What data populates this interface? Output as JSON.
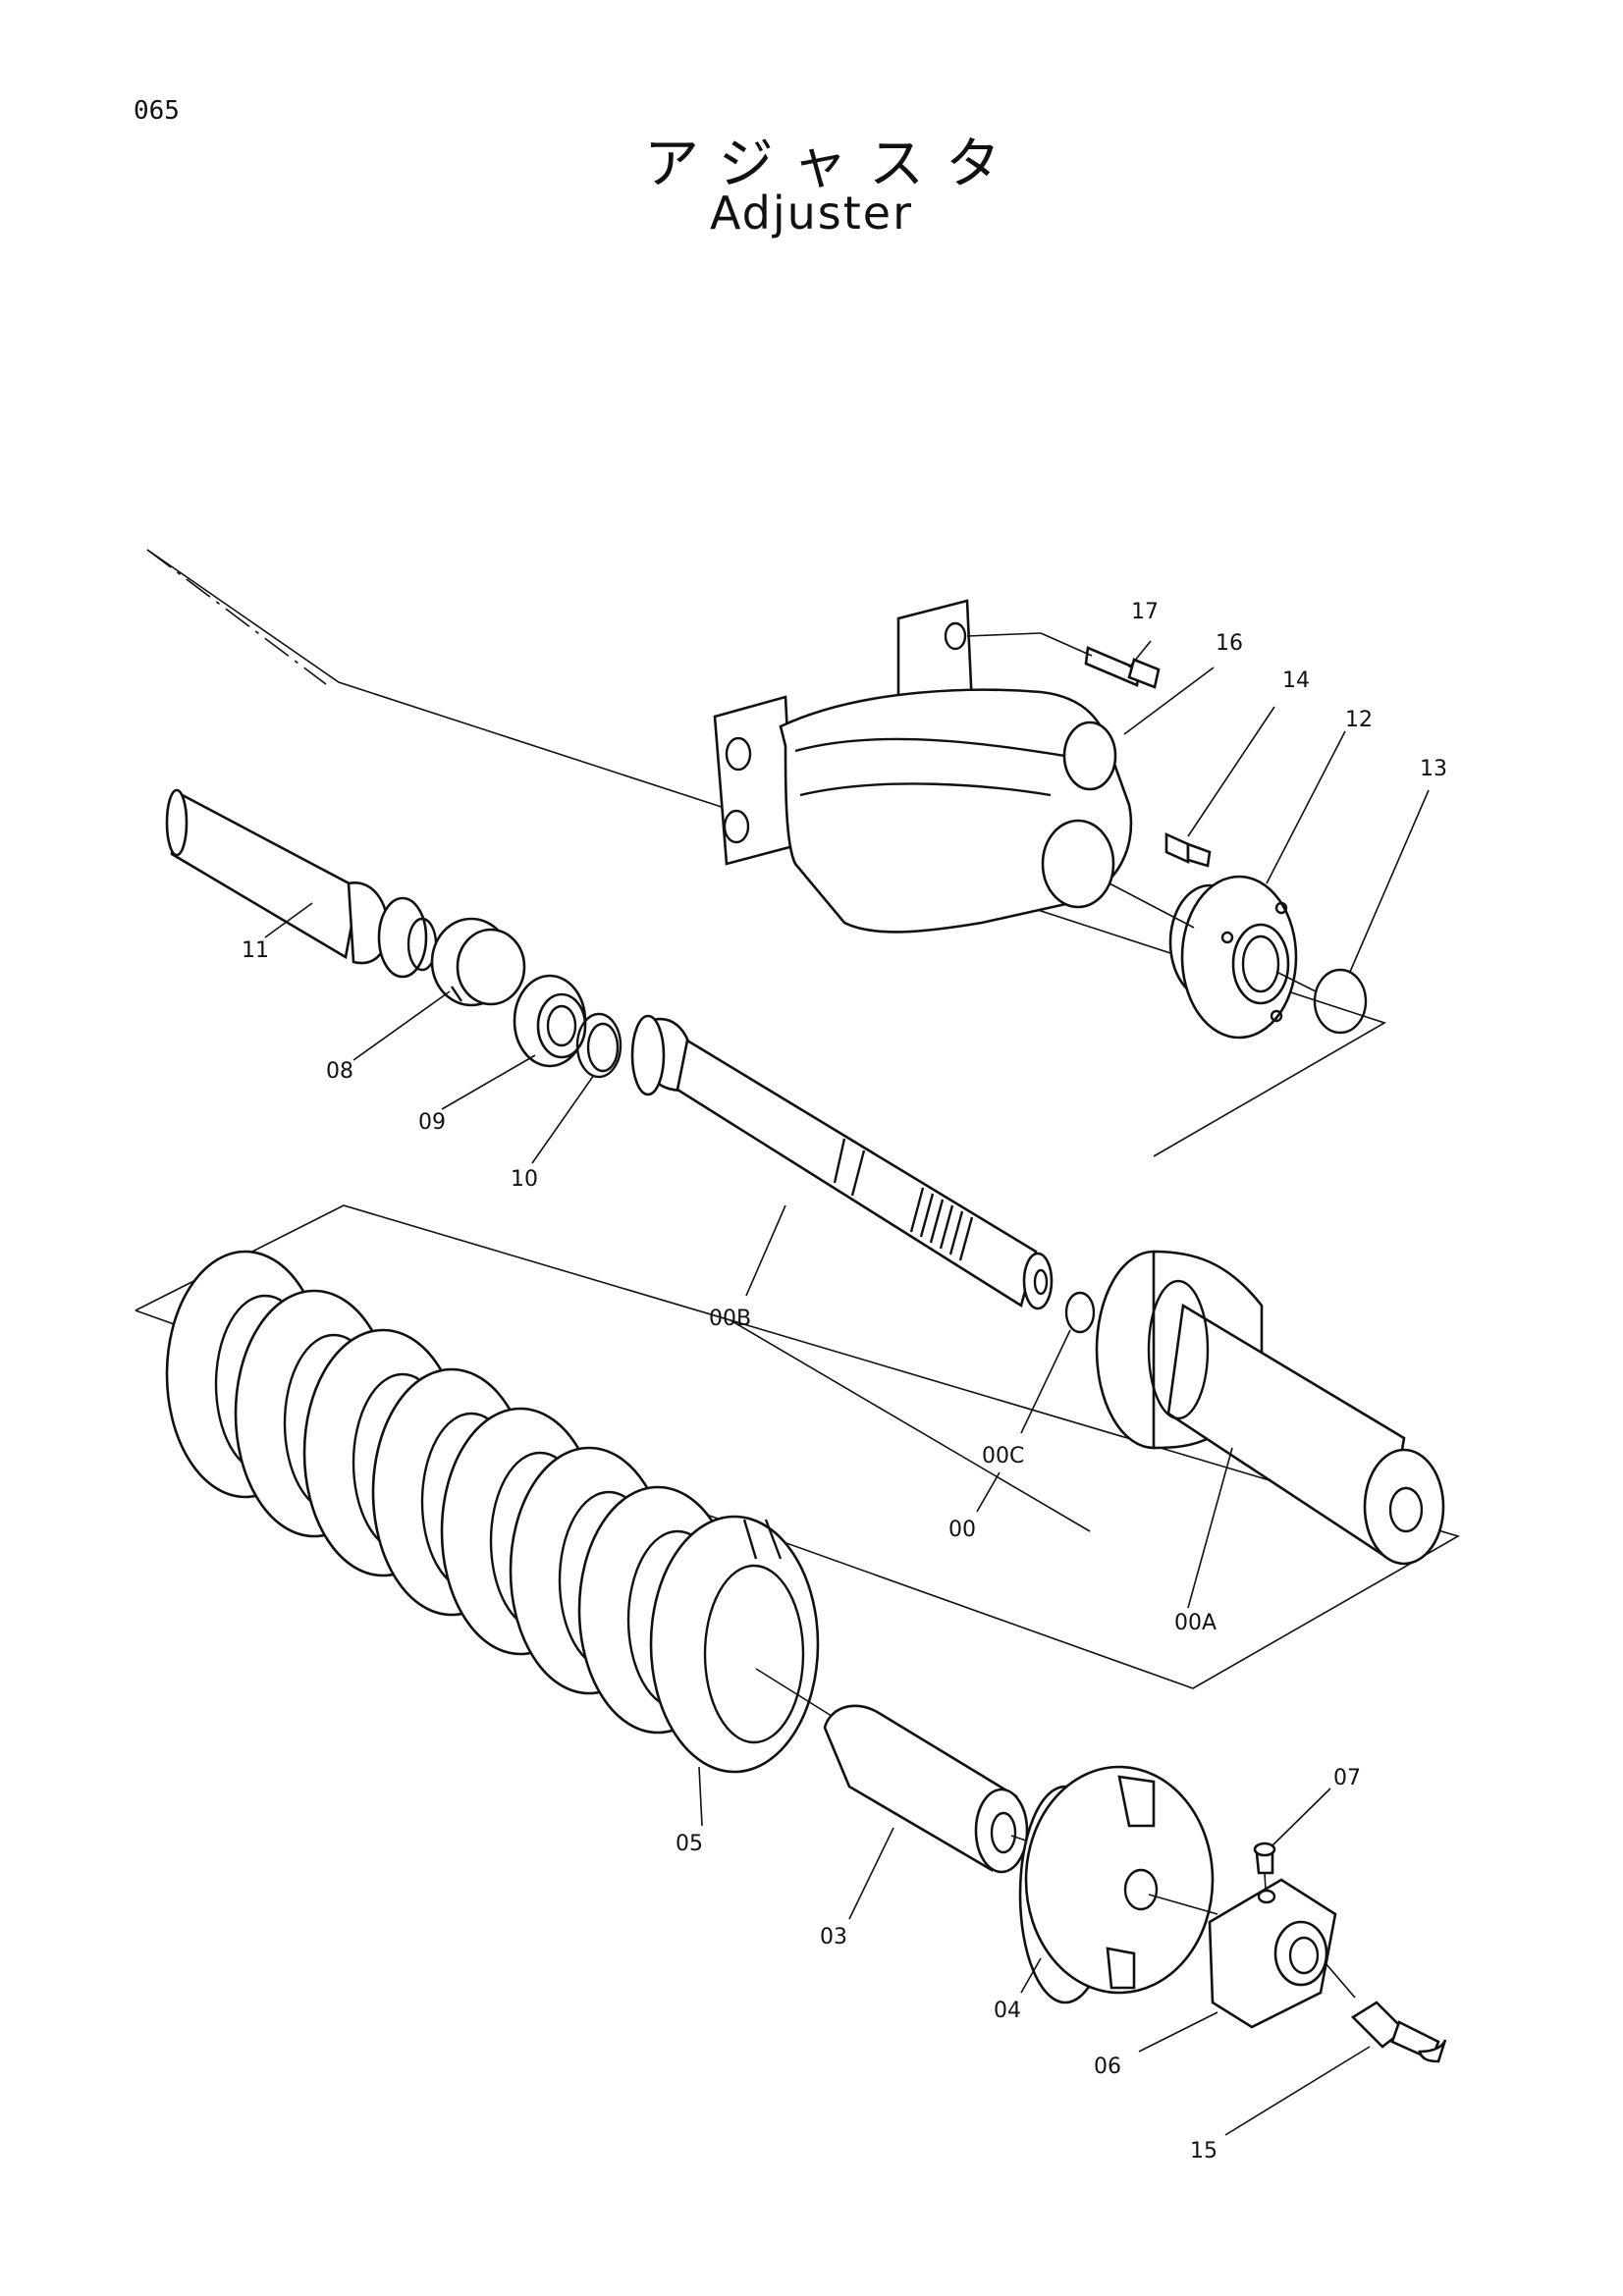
{
  "page_number": "065",
  "title_jp": "アジャスタ",
  "title_en": "Adjuster",
  "callouts": {
    "p17": "17",
    "p16": "16",
    "p14": "14",
    "p12": "12",
    "p13": "13",
    "p11": "11",
    "p08": "08",
    "p09": "09",
    "p10": "10",
    "p00B": "00B",
    "p00C": "00C",
    "p00": "00",
    "p00A": "00A",
    "p05": "05",
    "p03": "03",
    "p04": "04",
    "p07": "07",
    "p06": "06",
    "p15": "15"
  }
}
